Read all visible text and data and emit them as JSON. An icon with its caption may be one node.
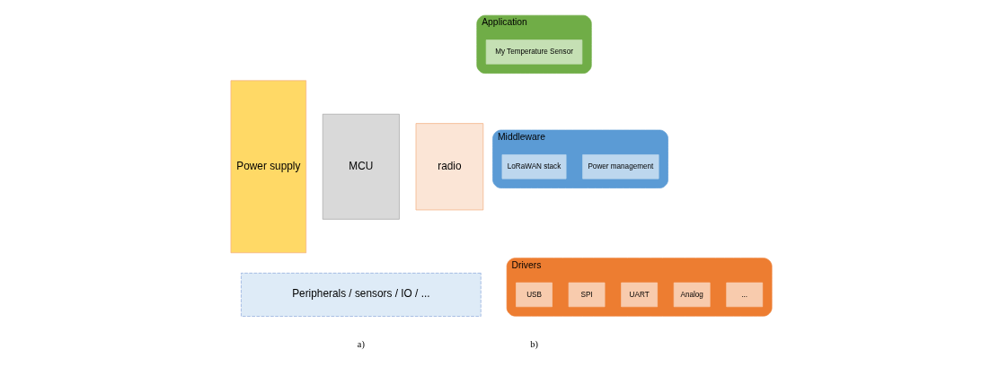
{
  "diagram": {
    "nodes": [
      {
        "text": [
          "Power supply"
        ]
      },
      {
        "text": [
          "MCU"
        ]
      },
      {
        "text": [
          "radio"
        ]
      },
      {
        "text": [
          "Peripherals / sensors / IO / ..."
        ]
      },
      {
        "text": [
          "Application"
        ]
      },
      {
        "text": [
          "My Temperature Sensor"
        ],
        "in": 4
      },
      {
        "text": [
          "Middleware"
        ]
      },
      {
        "text": [
          "LoRaWAN stack"
        ],
        "in": 6
      },
      {
        "text": [
          "Power management"
        ],
        "in": 6
      },
      {
        "text": [
          "Drivers"
        ]
      },
      {
        "text": [
          "USB"
        ],
        "in": 9
      },
      {
        "text": [
          "SPI"
        ],
        "in": 9
      },
      {
        "text": [
          "UART"
        ],
        "in": 9
      },
      {
        "text": [
          "Analog"
        ],
        "in": 9
      },
      {
        "text": [
          "..."
        ],
        "in": 9
      }
    ],
    "edges": [],
    "labels": [
      "a)",
      "b)"
    ]
  }
}
